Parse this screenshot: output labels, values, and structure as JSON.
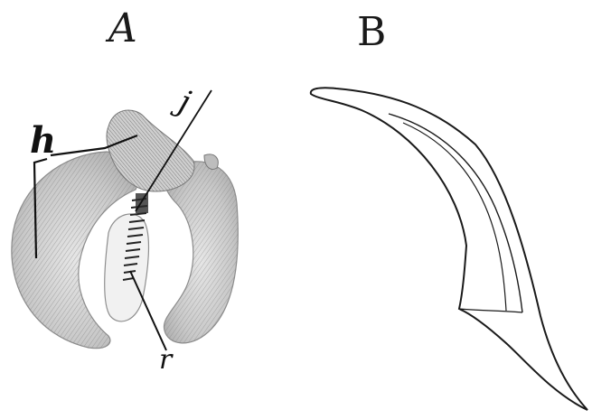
{
  "panels": {
    "a_label": "A",
    "b_label": "B"
  },
  "callouts": {
    "h": "h",
    "j": "j",
    "r": "r"
  },
  "colors": {
    "ink": "#1a1a1a",
    "shading": "#bdbdbd",
    "background": "#ffffff"
  }
}
